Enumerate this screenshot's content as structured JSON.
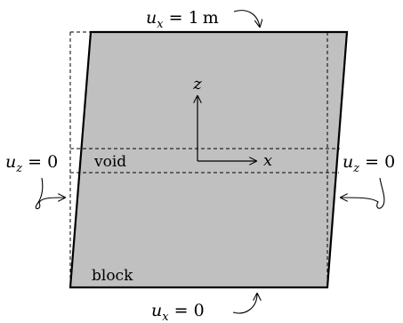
{
  "diagram": {
    "top_bc": {
      "var": "u",
      "sub": "x",
      "eq": " = 1",
      "unit": "m"
    },
    "bottom_bc": {
      "var": "u",
      "sub": "x",
      "eq": " = 0"
    },
    "left_bc": {
      "var": "u",
      "sub": "z",
      "eq": " = 0"
    },
    "right_bc": {
      "var": "u",
      "sub": "z",
      "eq": " = 0"
    },
    "axis_z": "z",
    "axis_x": "x",
    "void_label": "void",
    "block_label": "block",
    "colors": {
      "block_fill": "#c0c0c0",
      "stroke": "#000000"
    }
  }
}
